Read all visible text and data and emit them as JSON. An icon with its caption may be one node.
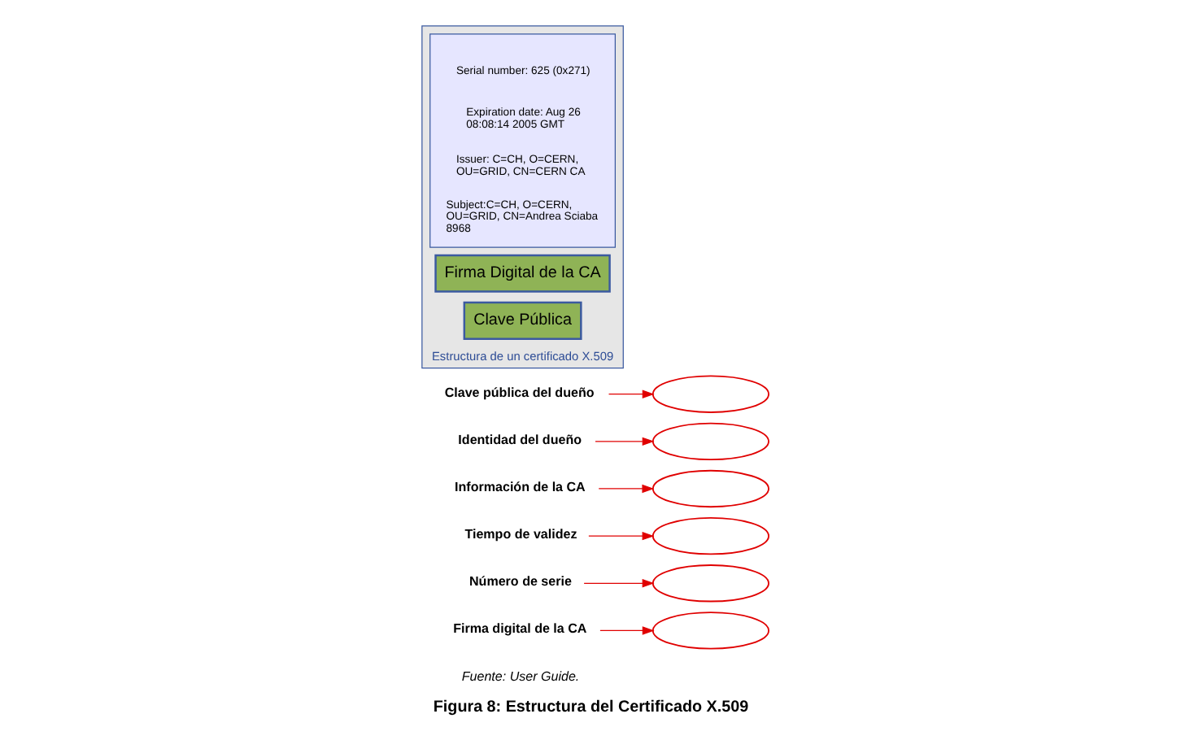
{
  "diagram": {
    "caption": "Figura 8: Estructura del Certificado X.509",
    "nodes": [
      {
        "text": [
          "Estructura de un certificado X.509"
        ]
      },
      {
        "text": [
          "Clave Pública"
        ],
        "in": 0
      },
      {
        "text": [],
        "shape": "box",
        "in": 0
      },
      {
        "text": [
          "Subject:C=CH, O=CERN, OU=GRID, CN=Andrea Sciaba 8968"
        ],
        "in": 2
      },
      {
        "text": [
          "Issuer: C=CH, O=CERN, OU=GRID, CN=CERN CA"
        ],
        "in": 2
      },
      {
        "text": [
          "Expiration date: Aug 26 08:08:14 2005 GMT"
        ],
        "in": 2
      },
      {
        "text": [
          "Serial number: 625 (0x271)"
        ],
        "in": 2
      },
      {
        "text": [
          "Firma Digital de la CA"
        ],
        "in": 0
      },
      {
        "text": [
          "Clave pública del dueño"
        ]
      },
      {
        "text": [
          "Identidad del dueño"
        ]
      },
      {
        "text": [
          "Información de la CA"
        ]
      },
      {
        "text": [
          "Tiempo de validez"
        ]
      },
      {
        "text": [
          "Número de serie"
        ]
      },
      {
        "text": [
          "Firma digital de la CA"
        ]
      },
      {
        "text": [],
        "shape": "ellipse"
      },
      {
        "text": [],
        "shape": "ellipse"
      },
      {
        "text": [],
        "shape": "ellipse"
      },
      {
        "text": [],
        "shape": "ellipse"
      },
      {
        "text": [],
        "shape": "ellipse"
      },
      {
        "text": [],
        "shape": "ellipse"
      }
    ],
    "edges": [
      {
        "from": 8,
        "to": 14,
        "arrow": "to"
      },
      {
        "from": 9,
        "to": 15,
        "arrow": "to"
      },
      {
        "from": 10,
        "to": 16,
        "arrow": "to"
      },
      {
        "from": 11,
        "to": 17,
        "arrow": "to"
      },
      {
        "from": 12,
        "to": 18,
        "arrow": "to"
      },
      {
        "from": 13,
        "to": 19,
        "arrow": "to"
      }
    ],
    "labels": [
      "Fuente: User Guide."
    ]
  }
}
